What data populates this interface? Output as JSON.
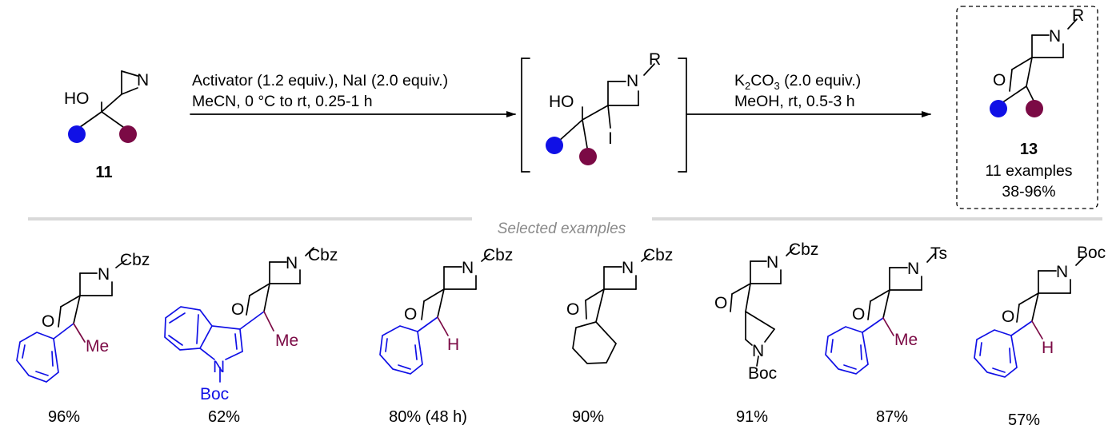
{
  "colors": {
    "substituent_1": "#1010e6",
    "substituent_2": "#7b0a45",
    "divider": "#d9d9d9",
    "section_label": "#8a8a8a"
  },
  "scheme": {
    "start_compound": {
      "label": "11",
      "atoms": {
        "hydroxyl": "HO",
        "nitrogen": "N"
      }
    },
    "step1": {
      "line1": "Activator (1.2 equiv.), NaI (2.0 equiv.)",
      "line2": "MeCN, 0 °C to rt, 0.25-1 h"
    },
    "intermediate": {
      "atoms": {
        "hydroxyl": "HO",
        "nitrogen": "N",
        "substituent": "R",
        "iodide": "I"
      }
    },
    "step2": {
      "reagent": "K",
      "reagent_sub": "2",
      "reagent_mid": "CO",
      "reagent_sub2": "3",
      "reagent_rest": " (2.0 equiv.)",
      "line2": "MeOH, rt, 0.5-3 h"
    },
    "product": {
      "label": "13",
      "examples": "11 examples",
      "yield_range": "38-96%",
      "atoms": {
        "oxygen": "O",
        "nitrogen": "N",
        "substituent": "R"
      }
    }
  },
  "selected_label": "Selected examples",
  "examples": [
    {
      "yield": "96%",
      "n_group": "Cbz",
      "second": "Me"
    },
    {
      "yield": "62%",
      "n_group": "Cbz",
      "second": "Me",
      "indole_n": "N",
      "indole_group": "Boc"
    },
    {
      "yield": "80% (48 h)",
      "n_group": "Cbz",
      "second": "H"
    },
    {
      "yield": "90%",
      "n_group": "Cbz"
    },
    {
      "yield": "91%",
      "n_group": "Cbz",
      "bottom_n": "N",
      "bottom_group": "Boc"
    },
    {
      "yield": "87%",
      "n_group": "Ts",
      "second": "Me"
    },
    {
      "yield": "57%",
      "n_group": "Boc",
      "second": "H"
    }
  ],
  "atom_symbols": {
    "oxygen": "O",
    "nitrogen": "N"
  }
}
